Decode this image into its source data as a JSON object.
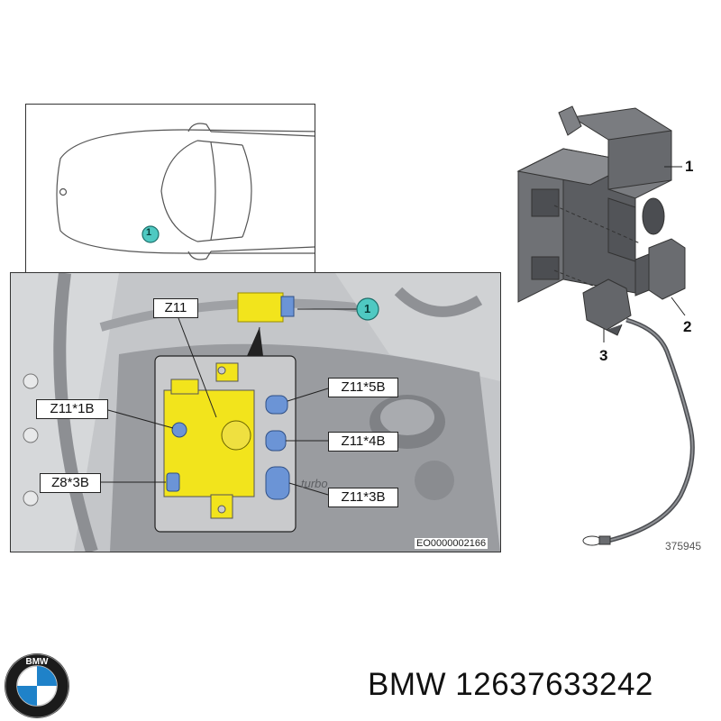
{
  "car_inset": {
    "marker": "1"
  },
  "engine_view": {
    "marker": "1",
    "callouts": {
      "z11": "Z11",
      "z11_1b": "Z11*1B",
      "z8_3b": "Z8*3B",
      "z11_5b": "Z11*5B",
      "z11_4b": "Z11*4B",
      "z11_3b": "Z11*3B"
    },
    "engine_cover_text": "turbo",
    "reference": "EO0000002166"
  },
  "parts": {
    "labels": [
      "1",
      "2",
      "3"
    ],
    "drawing_number": "375945"
  },
  "footer": {
    "brand": "BMW",
    "part_number": "12637633242"
  },
  "colors": {
    "fuse_box_yellow": "#f2e41c",
    "connector_blue": "#6b94d6",
    "marker_teal": "#4fc9c2",
    "engine_gray": "#9a9ca0"
  },
  "logo": {
    "text": "BMW"
  }
}
